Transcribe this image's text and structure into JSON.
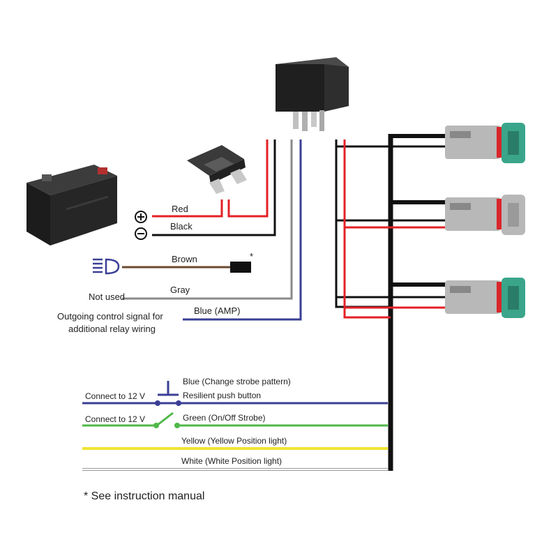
{
  "battery": {
    "plus_symbol": "+",
    "minus_symbol": "−"
  },
  "power_wires": {
    "red": "Red",
    "black": "Black"
  },
  "relay_wires": {
    "brown": "Brown",
    "brown_marker": "*",
    "gray": "Gray",
    "blue": "Blue (AMP)"
  },
  "side_labels": {
    "not_used": "Not used",
    "outgoing_line1": "Outgoing control signal for",
    "outgoing_line2": "additional relay wiring"
  },
  "control_wires": {
    "connect_12v_a": "Connect to 12 V",
    "connect_12v_b": "Connect to 12 V",
    "blue_label": "Blue (Change strobe pattern)",
    "push_button": "Resilient push button",
    "green_label": "Green (On/Off Strobe)",
    "yellow_label": "Yellow (Yellow Position light)",
    "white_label": "White (White Position light)"
  },
  "footnote": "* See instruction manual",
  "icons": {
    "battery": "car-battery-icon",
    "fuse": "blade-fuse-icon",
    "relay": "relay-icon",
    "headlight": "headlight-icon",
    "connector": "deutsch-connector-icon"
  },
  "colors": {
    "red": "#e32026",
    "black": "#111111",
    "brown": "#6b4a32",
    "gray": "#8a8a8a",
    "blue": "#3a3f95",
    "green": "#4fb848",
    "yellow": "#f0e534",
    "white_wire": "#cfcfcf",
    "connector_teal": "#3aa58a",
    "connector_red": "#d8262b"
  }
}
